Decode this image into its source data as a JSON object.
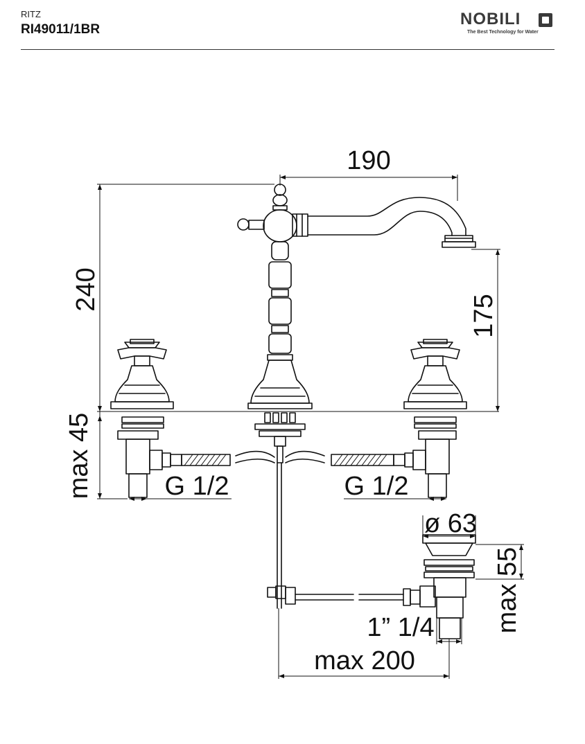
{
  "header": {
    "series": "RITZ",
    "code": "RI49011/1BR"
  },
  "logo": {
    "brand": "NOBILI",
    "tagline": "The Best Technology for Water"
  },
  "dimensions": {
    "width_spout": "190",
    "height_total": "240",
    "height_spout": "175",
    "max_deck": "max 45",
    "thread_left": "G 1/2",
    "thread_right": "G 1/2",
    "drain_diameter": "ø 63",
    "drain_height": "max 55",
    "drain_thread": "1” 1/4",
    "rod_length": "max 200"
  }
}
